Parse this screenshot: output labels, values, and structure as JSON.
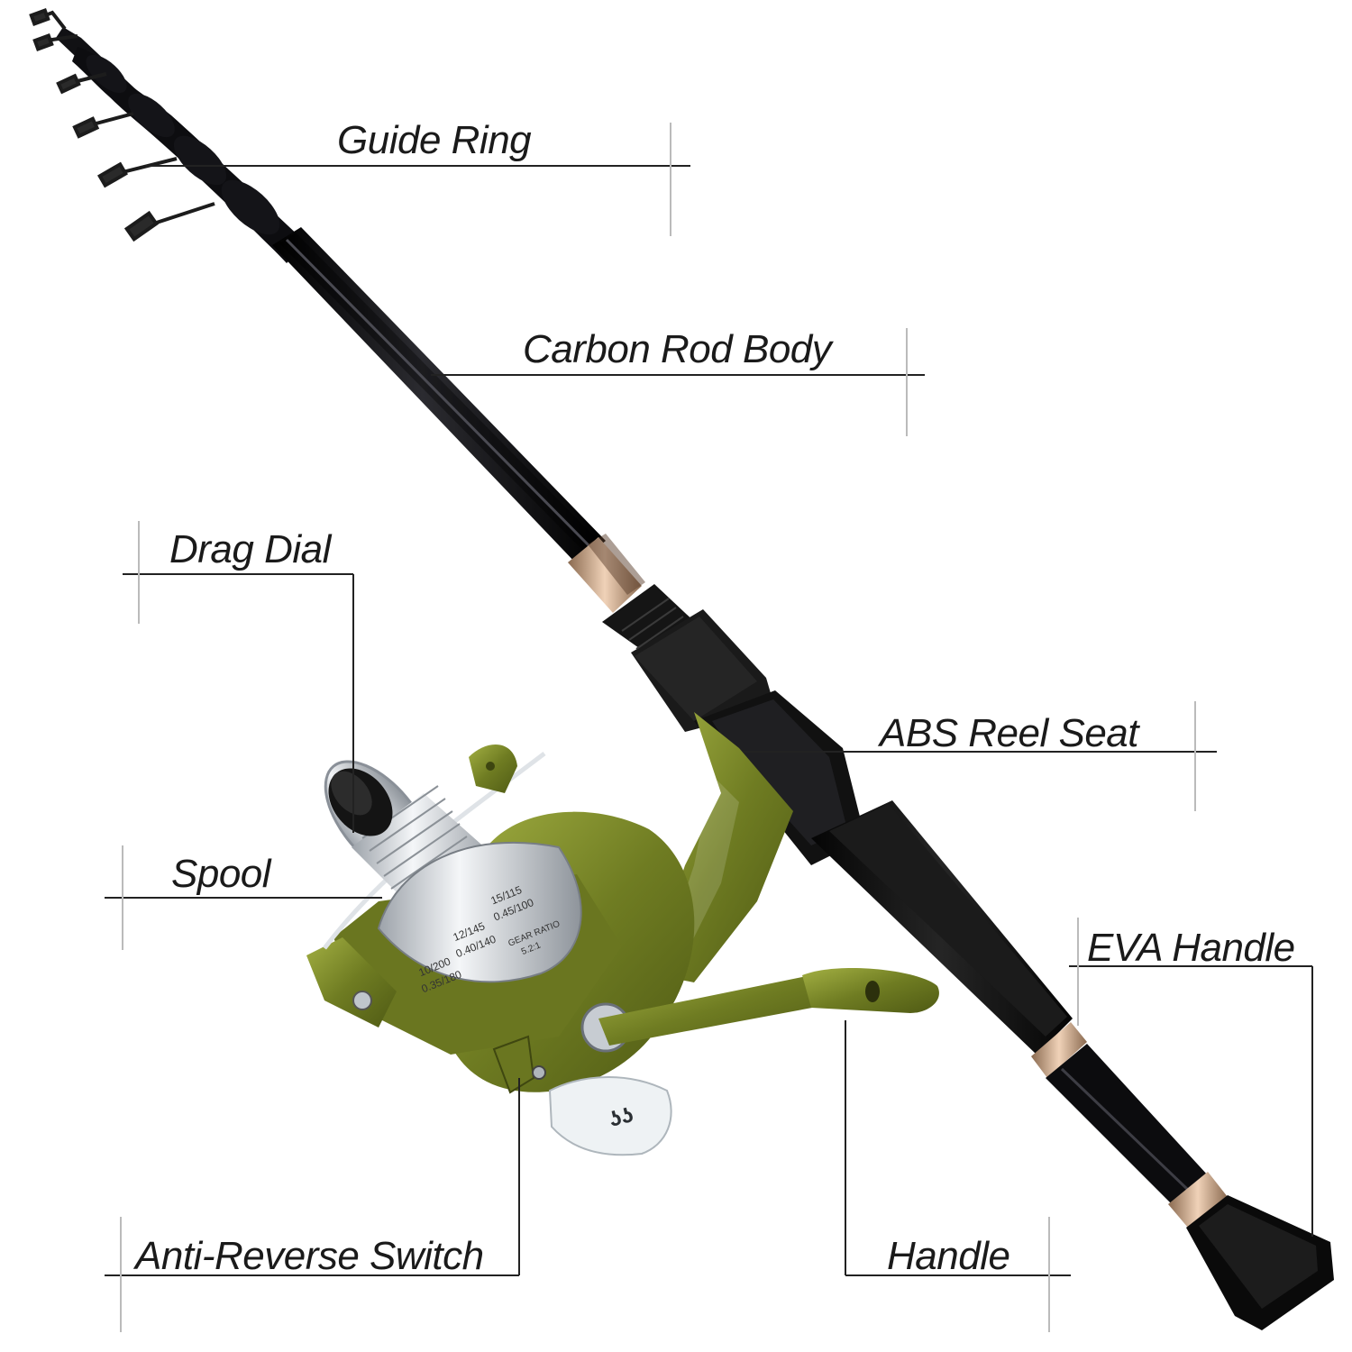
{
  "labels": {
    "guide_ring": "Guide Ring",
    "carbon_rod_body": "Carbon Rod Body",
    "drag_dial": "Drag Dial",
    "abs_reel_seat": "ABS Reel Seat",
    "spool": "Spool",
    "eva_handle": "EVA Handle",
    "anti_reverse_switch": "Anti-Reverse Switch",
    "handle": "Handle"
  },
  "reel_markings": {
    "capacity_1": "10/200",
    "capacity_1b": "0.35/180",
    "capacity_2": "12/145",
    "capacity_2b": "0.40/140",
    "capacity_3": "15/115",
    "capacity_3b": "0.45/100",
    "gear_ratio_label": "GEAR RATIO",
    "gear_ratio_value": "5.2:1"
  },
  "colors": {
    "rod": "#0d0d0f",
    "reel_green": "#7d8a2a",
    "cork_ring": "#c99a7a",
    "spool_silver": "#cfd3d8",
    "leader_line": "#222222"
  },
  "icons": {
    "brand_logo": "ss-logo-icon"
  }
}
